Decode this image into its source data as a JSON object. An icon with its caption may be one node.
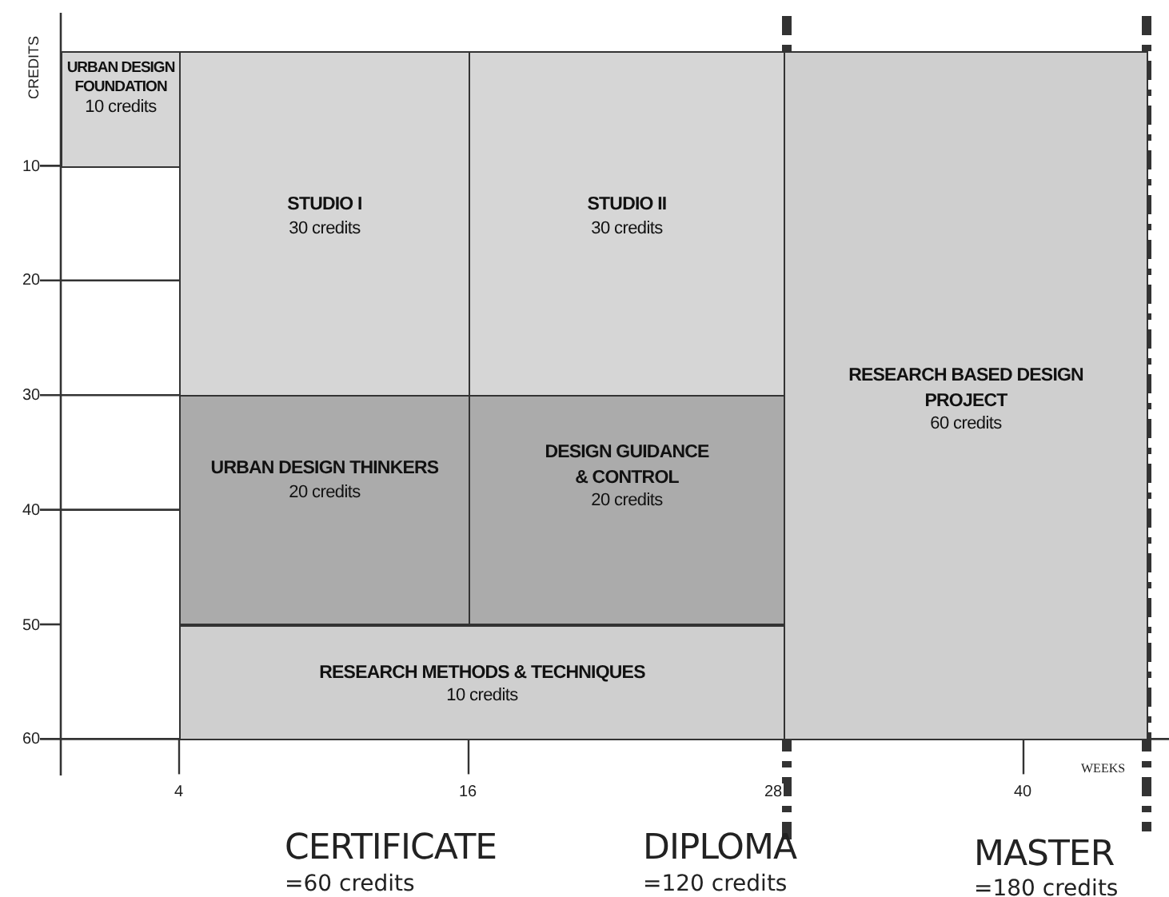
{
  "diagram": {
    "nodes": [
      {
        "text": [
          "URBAN DESIGN FOUNDATION",
          "10 credits"
        ]
      },
      {
        "text": [
          "STUDIO I",
          "30 credits"
        ]
      },
      {
        "text": [
          "STUDIO II",
          "30 credits"
        ]
      },
      {
        "text": [
          "URBAN DESIGN THINKERS",
          "20 credits"
        ]
      },
      {
        "text": [
          "DESIGN GUIDANCE & CONTROL",
          "20 credits"
        ]
      },
      {
        "text": [
          "RESEARCH METHODS & TECHNIQUES",
          "10 credits"
        ]
      },
      {
        "text": [
          "RESEARCH BASED DESIGN PROJECT",
          "60 credits"
        ]
      }
    ],
    "edges": [],
    "labels": [
      "CREDITS",
      "10",
      "20",
      "30",
      "40",
      "50",
      "60",
      "4",
      "16",
      "28",
      "40",
      "WEEKS",
      "CERTIFICATE",
      "=60 credits",
      "DIPLOMA",
      "=120 credits",
      "MASTER",
      "=180 credits"
    ]
  }
}
